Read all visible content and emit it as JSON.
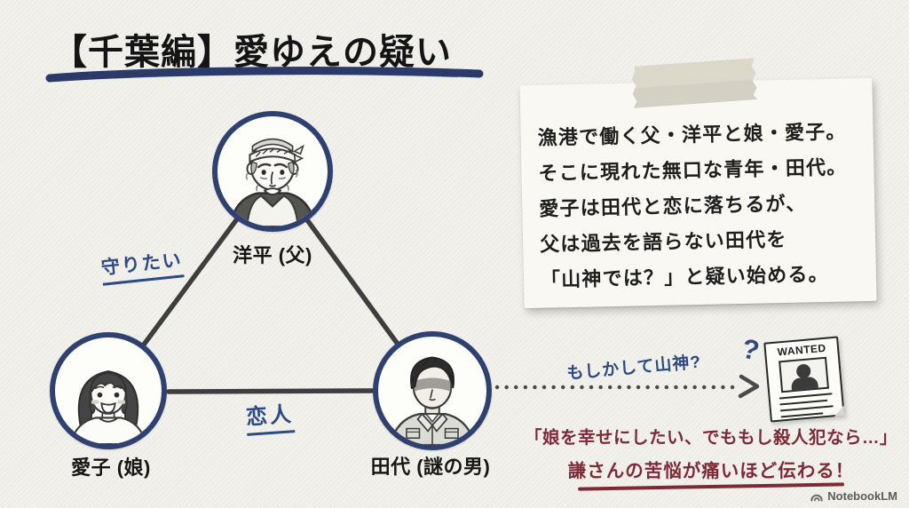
{
  "title": "【千葉編】愛ゆえの疑い",
  "diagram": {
    "father": {
      "label": "洋平 (父)"
    },
    "daughter": {
      "label": "愛子 (娘)"
    },
    "stranger": {
      "label": "田代 (謎の男)"
    },
    "edge_protect": "守りたい",
    "edge_lovers": "恋人",
    "suspicion_text": "もしかして山神?",
    "question_mark": "?"
  },
  "note_card": {
    "line1": "漁港で働く父・洋平と娘・愛子。",
    "line2": "そこに現れた無口な青年・田代。",
    "line3": "愛子は田代と恋に落ちるが、",
    "line4": "父は過去を語らない田代を",
    "line5": "「山神では？」と疑い始める。"
  },
  "wanted_poster": {
    "title": "WANTED"
  },
  "comment": {
    "line1": "「娘を幸せにしたい、でももし殺人犯なら…」",
    "line2": "謙さんの苦悩が痛いほど伝わる！"
  },
  "footer": {
    "brand": "NotebookLM"
  },
  "colors": {
    "background": "#efeee8",
    "title_ink": "#141414",
    "navy_ring": "#2e4170",
    "underline_navy": "#2b3a69",
    "handwriting_blue": "#2e4a85",
    "triangle_line": "#3e3e3e",
    "comment_maroon": "#7e2936",
    "card_background": "#f9f8f3",
    "tape": "#d5d0c2"
  }
}
